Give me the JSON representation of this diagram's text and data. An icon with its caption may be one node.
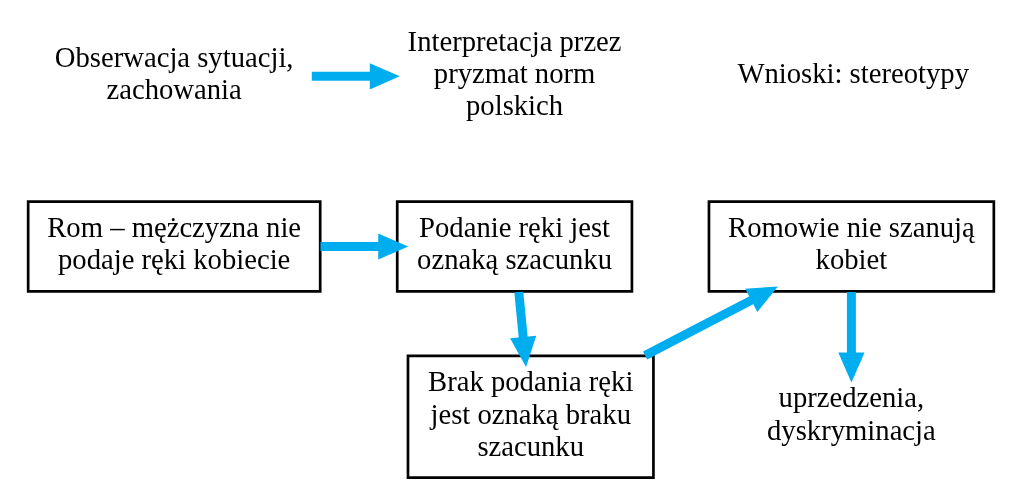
{
  "diagram": {
    "nodes": [
      {
        "text": [
          "Obserwacja sytuacji, zachowania"
        ]
      },
      {
        "text": [
          "Interpretacja przez pryzmat norm polskich"
        ]
      },
      {
        "text": [
          "Rom – mężczyzna nie podaje ręki kobiecie"
        ]
      },
      {
        "text": [
          "Podanie ręki jest oznaką szacunku"
        ]
      },
      {
        "text": [
          "Brak podania ręki jest oznaką braku szacunku"
        ]
      },
      {
        "text": [
          "Romowie nie szanują kobiet"
        ]
      },
      {
        "text": [
          "uprzedzenia, dyskryminacja"
        ]
      }
    ],
    "edges": [
      {
        "from": 0,
        "to": 1,
        "arrow": "to"
      },
      {
        "from": 2,
        "to": 3,
        "arrow": "to"
      },
      {
        "from": 3,
        "to": 4,
        "arrow": "to"
      },
      {
        "from": 4,
        "to": 5,
        "arrow": "to"
      },
      {
        "from": 5,
        "to": 6,
        "arrow": "to"
      }
    ],
    "labels": [
      "Wnioski: stereotypy"
    ]
  }
}
